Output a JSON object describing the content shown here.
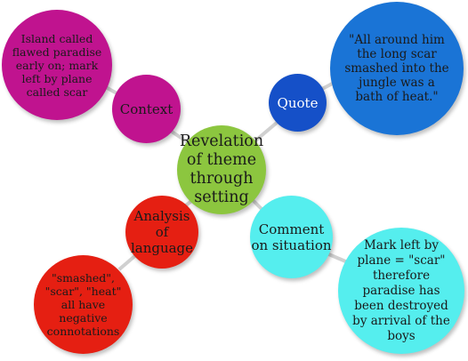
{
  "nodes": {
    "center": {
      "text": "Revelation of theme through setting"
    },
    "context": {
      "text": "Context"
    },
    "island": {
      "text": "Island called flawed paradise early on; mark left by plane called scar"
    },
    "quote": {
      "text": "Quote"
    },
    "quote_text": {
      "text": "\"All around him the long scar smashed into the jungle was a bath of heat.\""
    },
    "analysis": {
      "text": "Analysis of language"
    },
    "smashed": {
      "text": "\"smashed\", \"scar\", \"heat\" all have negative connotations"
    },
    "comment": {
      "text": "Comment on situation"
    },
    "mark": {
      "text": "Mark left by plane = \"scar\" therefore paradise has been destroyed by arrival of the boys"
    }
  },
  "colors": {
    "center": "#8cc63f",
    "context": "#c0138f",
    "quote": "#1550c8",
    "quote_detail": "#1a74d6",
    "analysis": "#e51f12",
    "comment": "#55eeee",
    "connector": "#d0d0d0"
  }
}
